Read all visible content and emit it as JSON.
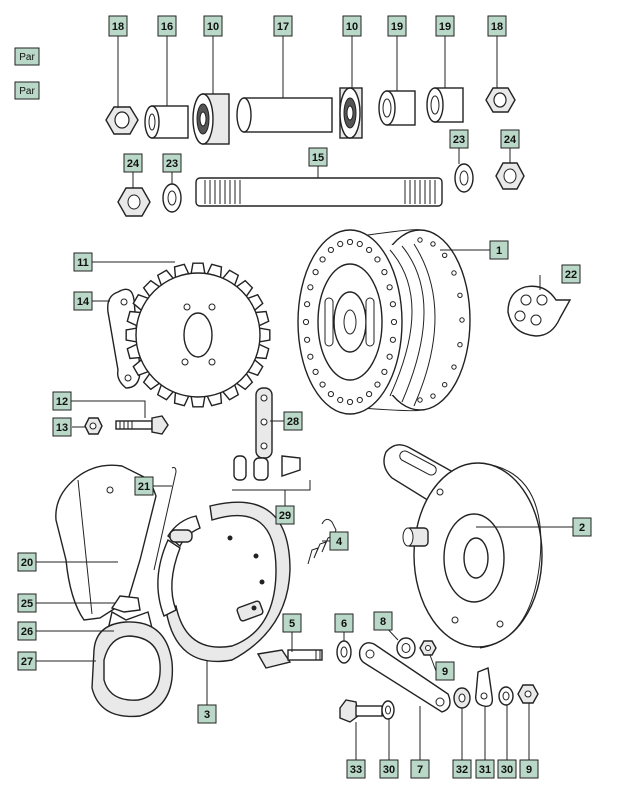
{
  "legend_tags": [
    "Par",
    "Par"
  ],
  "callouts": {
    "c1": "1",
    "c2": "2",
    "c3": "3",
    "c4": "4",
    "c5": "5",
    "c6": "6",
    "c7": "7",
    "c8": "8",
    "c9a": "9",
    "c9b": "9",
    "c10a": "10",
    "c10b": "10",
    "c11": "11",
    "c12": "12",
    "c13": "13",
    "c14": "14",
    "c15": "15",
    "c16": "16",
    "c17": "17",
    "c18a": "18",
    "c18b": "18",
    "c19a": "19",
    "c19b": "19",
    "c20": "20",
    "c21": "21",
    "c22": "22",
    "c23a": "23",
    "c23b": "23",
    "c24a": "24",
    "c24b": "24",
    "c25": "25",
    "c26": "26",
    "c27": "27",
    "c28": "28",
    "c29": "29",
    "c30a": "30",
    "c30b": "30",
    "c31": "31",
    "c32": "32",
    "c33": "33"
  }
}
